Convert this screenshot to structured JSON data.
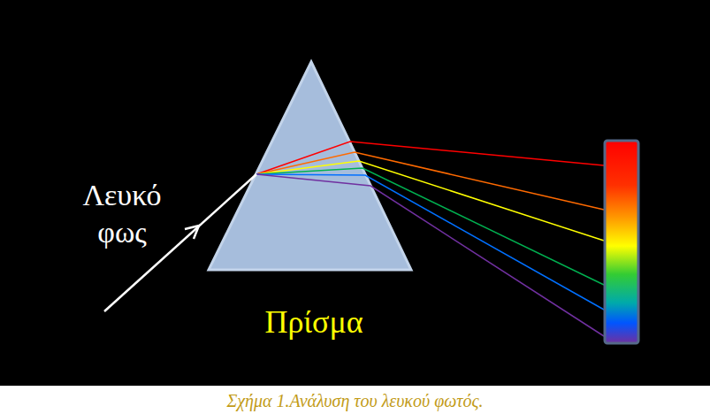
{
  "diagram": {
    "caption": "Σχήμα 1.Ανάλυση του λευκού φωτός.",
    "labels": [
      "Λευκό φως",
      "Πρίσμα"
    ]
  }
}
